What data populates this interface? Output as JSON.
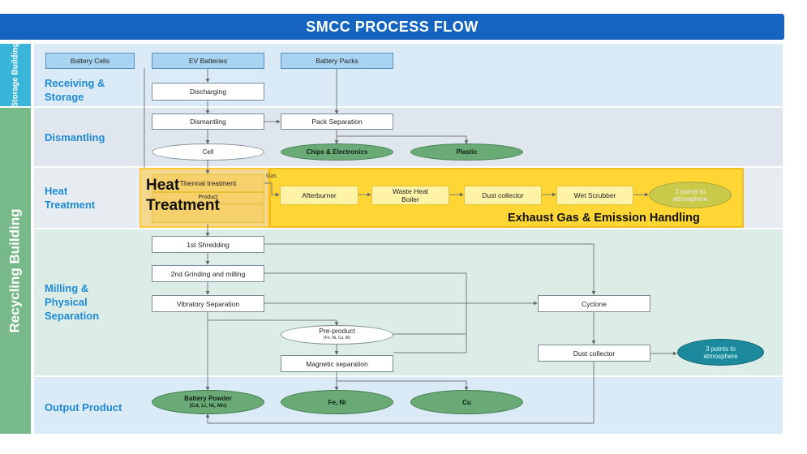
{
  "title": "SMCC PROCESS FLOW",
  "side_labels": {
    "storage": "Storage Building",
    "recycling": "Recycling Building"
  },
  "sections": {
    "receiving": "Receiving & Storage",
    "dismantling": "Dismantling",
    "heat": "Heat Treatment",
    "milling": "Milling & Physical Separation",
    "output": "Output Product"
  },
  "nodes": {
    "battery_cells": "Battery Cells",
    "ev_batteries": "EV Batteries",
    "battery_packs": "Battery Packs",
    "discharging": "Discharging",
    "dismantling": "Dismantling",
    "pack_separation": "Pack Separation",
    "cell": "Cell",
    "chips": "Chips & Electronics",
    "plastic": "Plastic",
    "thermal": "Thermal treatment",
    "product": "Product",
    "gas": "Gas",
    "afterburner": "Afterburner",
    "waste_heat_boiler": "Waste Heat Boiler",
    "dust_collector_top": "Dust collector",
    "wet_scrubber": "Wet Scrubber",
    "points_atm_top": "2 points to atmosphere",
    "shredding_1": "1st Shredding",
    "grinding_2": "2nd Grinding and milling",
    "vibratory": "Vibratory Separation",
    "cyclone": "Cyclone",
    "pre_product": "Pre-product",
    "pre_product_sub": "(Fe, Ni, Cu, Al)",
    "magnetic": "Magnetic separation",
    "dust_collector_mid": "Dust collector",
    "points_atm_mid": "3 points to atmosphere",
    "battery_powder": "Battery Powder",
    "battery_powder_sub": "(Cd, Li, Ni, Mn)",
    "fe_ni": "Fe, Ni",
    "cu": "Cu"
  },
  "annotations": {
    "heat_treatment": "Heat Treatment",
    "exhaust": "Exhaust Gas & Emission Handling"
  },
  "colors": {
    "title": "#1565c0",
    "band_light": "#dbeaf7",
    "band_grey": "#dfe6ee",
    "band_mint": "#dcede8",
    "side_storage": "#38b5d8",
    "side_recycling": "#78b98a",
    "highlight": "#ffd633"
  }
}
